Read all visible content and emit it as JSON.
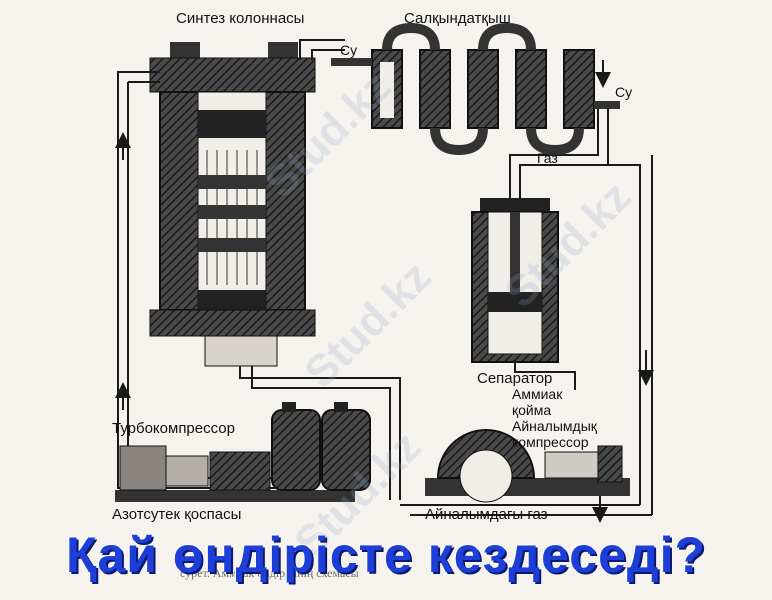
{
  "labels": {
    "synthesis_column": "Синтез колоннасы",
    "cooler": "Салқындатқыш",
    "water_in": "Су",
    "water_out": "Су",
    "gas": "Газ",
    "separator": "Сепаратор",
    "ammonia_tank_1": "Аммиак",
    "ammonia_tank_2": "қойма",
    "circulation_compressor_1": "Айналымдық",
    "circulation_compressor_2": "компрессор",
    "turbocompressor": "Турбокомпрессор",
    "nitrogen_hydrogen_mix": "Азотсутек қоспасы",
    "circulating_gas": "Айналымдағы газ"
  },
  "caption": "сурет. Аммиак өндірісінің схемасы",
  "question": "Қай өндірісте кездеседі?",
  "watermark": "Stud.kz",
  "colors": {
    "question": "#1d3fd8",
    "line": "#1a1a1a",
    "dark_fill": "#2a2a2a"
  }
}
